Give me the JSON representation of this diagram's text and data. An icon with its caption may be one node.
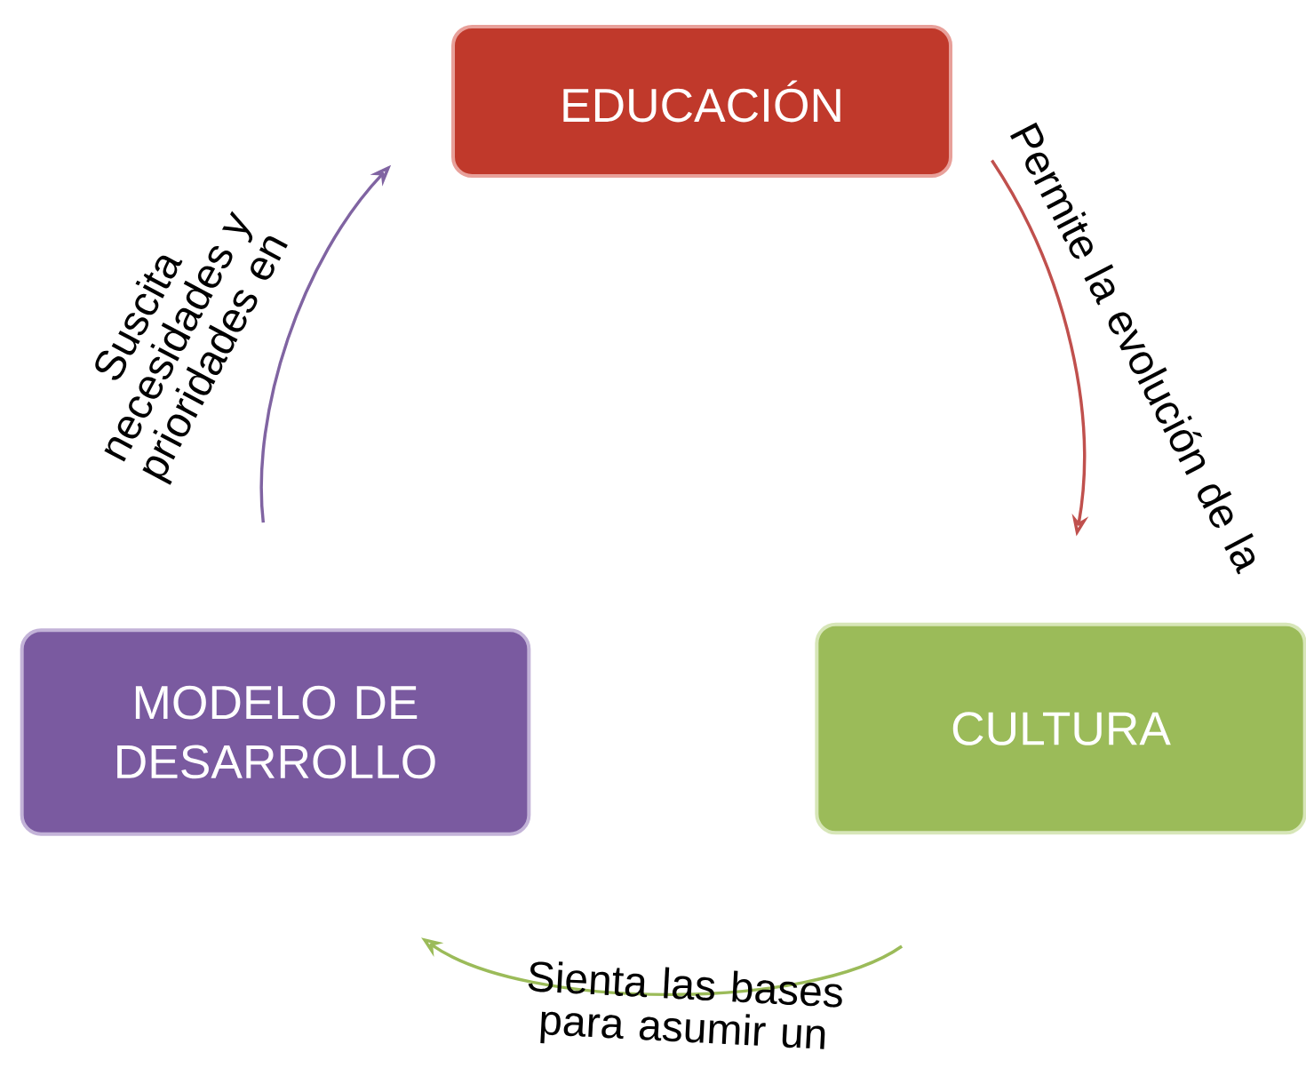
{
  "diagram": {
    "nodes": [
      {
        "text": [
          "EDUCACIÓN"
        ]
      },
      {
        "text": [
          "CULTURA"
        ]
      },
      {
        "text": [
          "MODELO DE DESARROLLO"
        ]
      }
    ],
    "edges": [
      {
        "from": 0,
        "to": 1,
        "arrow": "to",
        "label": "Permite la evolución de la",
        "color": "#c0504d"
      },
      {
        "from": 1,
        "to": 2,
        "arrow": "to",
        "label": "Sienta las bases para asumir un",
        "color": "#9bbb59"
      },
      {
        "from": 2,
        "to": 0,
        "arrow": "to",
        "label": "Suscita necesidades y prioridades en",
        "color": "#8064a2"
      }
    ]
  }
}
